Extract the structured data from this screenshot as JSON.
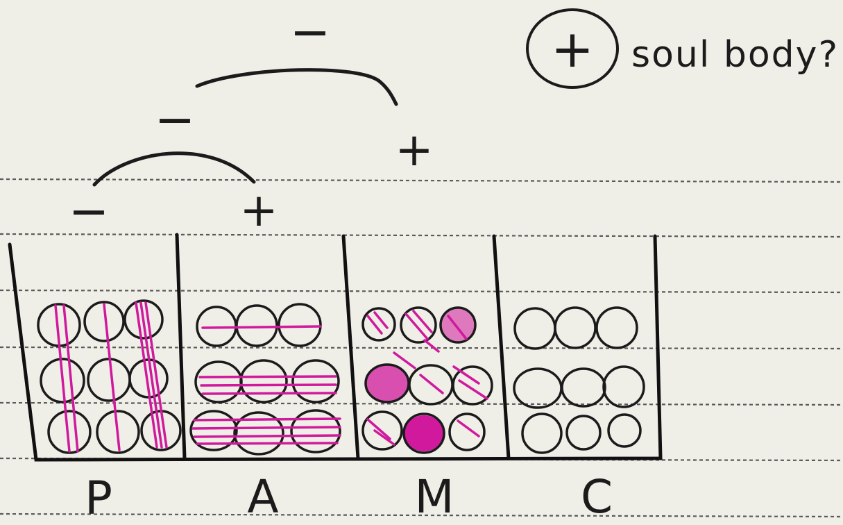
{
  "note": {
    "symbol": "+",
    "text": "soul body?"
  },
  "signs": {
    "top_minus": "−",
    "upper_minus": "−",
    "lower_minus": "−",
    "m_plus": "+",
    "a_plus": "+"
  },
  "columns": [
    {
      "label": "P",
      "shading": "vertical"
    },
    {
      "label": "A",
      "shading": "horizontal"
    },
    {
      "label": "M",
      "shading": "mixed"
    },
    {
      "label": "C",
      "shading": "none"
    }
  ],
  "colors": {
    "ink": "#1b1b1b",
    "marker": "#d0199c",
    "paper": "#efeee7",
    "rule": "#5a5a5a"
  }
}
